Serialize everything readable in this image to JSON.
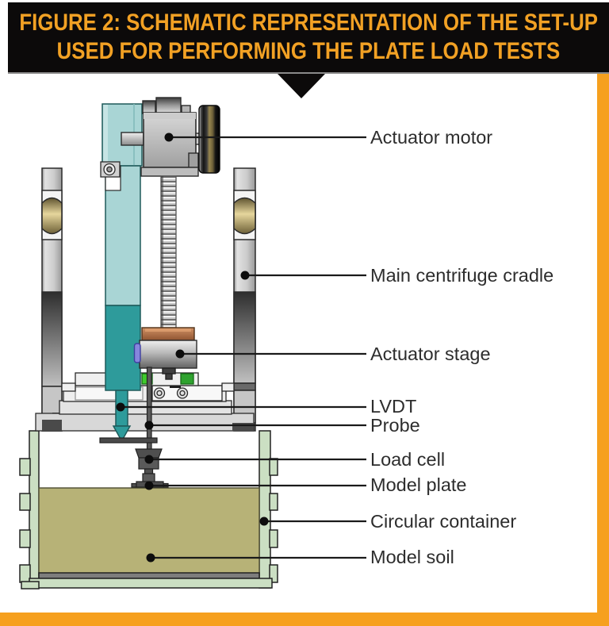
{
  "banner": {
    "title_line1": "FIGURE 2: SCHEMATIC REPRESENTATION OF THE SET-UP",
    "title_line2": "USED FOR PERFORMING THE PLATE LOAD TESTS"
  },
  "diagram": {
    "type": "schematic",
    "subject": "Plate load test set-up on centrifuge cradle",
    "callouts": [
      {
        "label": "Actuator motor"
      },
      {
        "label": "Main centrifuge cradle"
      },
      {
        "label": "Actuator stage"
      },
      {
        "label": "LVDT"
      },
      {
        "label": "Probe"
      },
      {
        "label": "Load cell"
      },
      {
        "label": "Model plate"
      },
      {
        "label": "Circular container"
      },
      {
        "label": "Model soil"
      }
    ]
  },
  "colors": {
    "accent_orange": "#f6a01e",
    "banner_black": "#0c0a0a",
    "title_orange": "#f2a124",
    "label_text": "#2d2d2d",
    "soil": "#b7b277",
    "container_green": "#cbdfc3",
    "teal_light": "#a9d5d5",
    "teal_dark": "#2e9b9b",
    "brass": "#e6d69c",
    "copper": "#b1714a",
    "green_block_bright": "#3fcb2d",
    "green_block_dark": "#2fa32f",
    "metal_gray": "#c9c9c9",
    "dark_metal": "#4a4a4a"
  }
}
